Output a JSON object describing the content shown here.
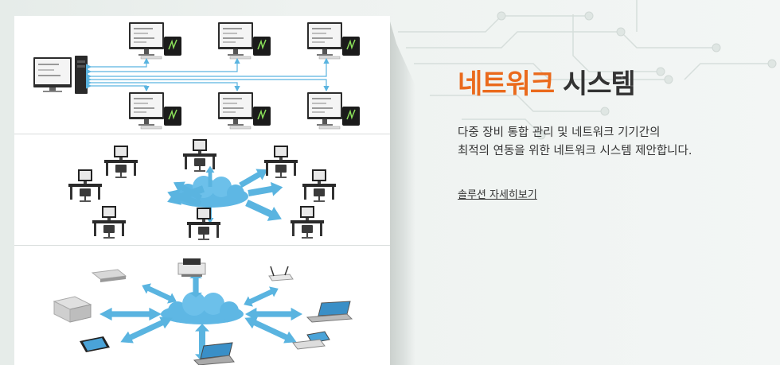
{
  "banner": {
    "title_accent": "네트워크",
    "title_rest": "시스템",
    "description_line1": "다중 장비 통합 관리 및 네트워크 기기간의",
    "description_line2": "최적의 연동을 위한 네트워크 시스템 제안합니다.",
    "link_label": "솔루션 자세히보기"
  },
  "colors": {
    "accent": "#ea6a1c",
    "arrow": "#5ab4e0",
    "cloud": "#5eb7e4",
    "text": "#333333"
  },
  "illustrations": [
    {
      "name": "multi-terminal-diagram",
      "icon": "computer-network-icon"
    },
    {
      "name": "workstation-cloud-diagram",
      "icon": "desk-cloud-icon"
    },
    {
      "name": "device-cloud-diagram",
      "icon": "device-cloud-icon"
    }
  ]
}
